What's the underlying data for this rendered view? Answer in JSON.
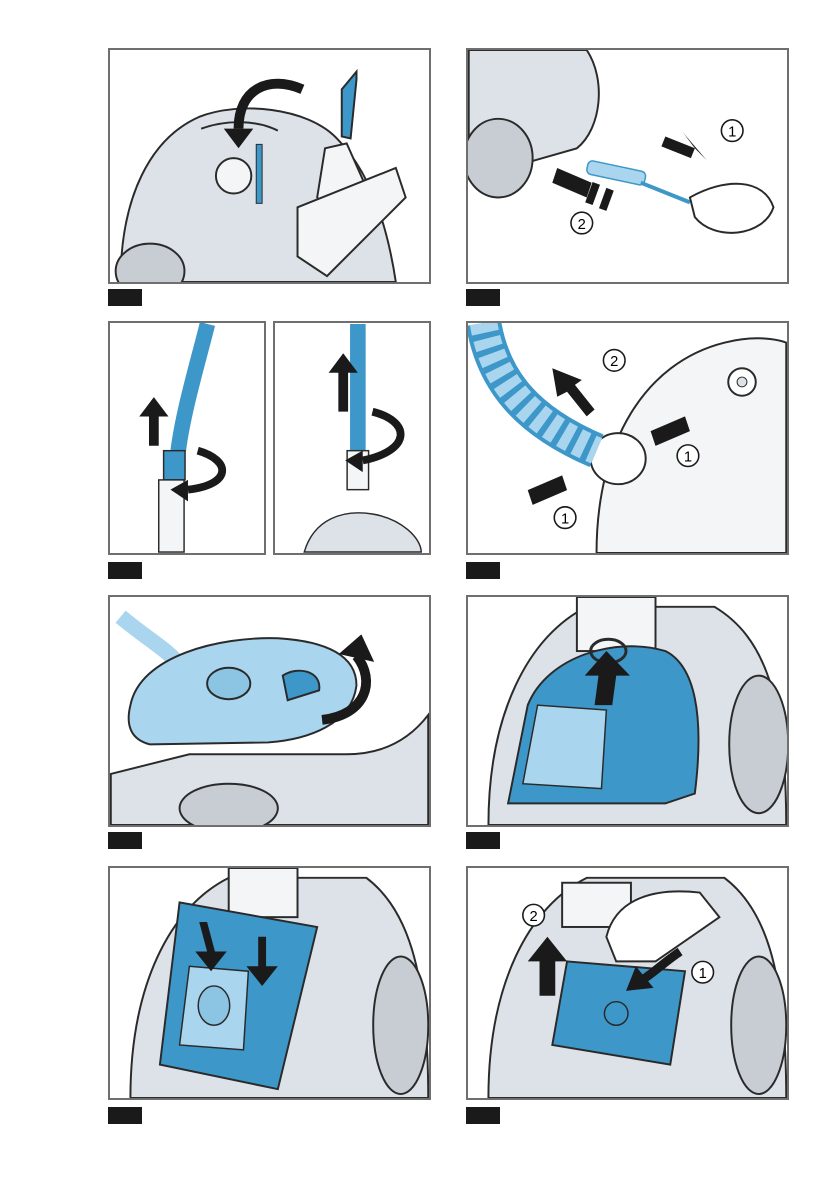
{
  "page": {
    "figures": [
      {
        "id": "fig-1",
        "callouts": []
      },
      {
        "id": "fig-2",
        "callouts": [
          "1",
          "2"
        ]
      },
      {
        "id": "fig-3",
        "callouts": []
      },
      {
        "id": "fig-4",
        "callouts": [
          "2",
          "1",
          "1"
        ]
      },
      {
        "id": "fig-5",
        "callouts": []
      },
      {
        "id": "fig-6",
        "callouts": []
      },
      {
        "id": "fig-7",
        "callouts": []
      },
      {
        "id": "fig-8",
        "callouts": [
          "2",
          "1"
        ]
      }
    ]
  },
  "colors": {
    "frame": "#6f6f6f",
    "body_grey": "#dde2e8",
    "line": "#2a2a2a",
    "accent_blue": "#3d97c9",
    "light_blue": "#a9d5ee",
    "tag_black": "#1a1a1a"
  },
  "icons": [
    "curved-arrow-icon",
    "straight-arrow-icon",
    "rotate-arrow-icon",
    "callout-circle-icon"
  ]
}
